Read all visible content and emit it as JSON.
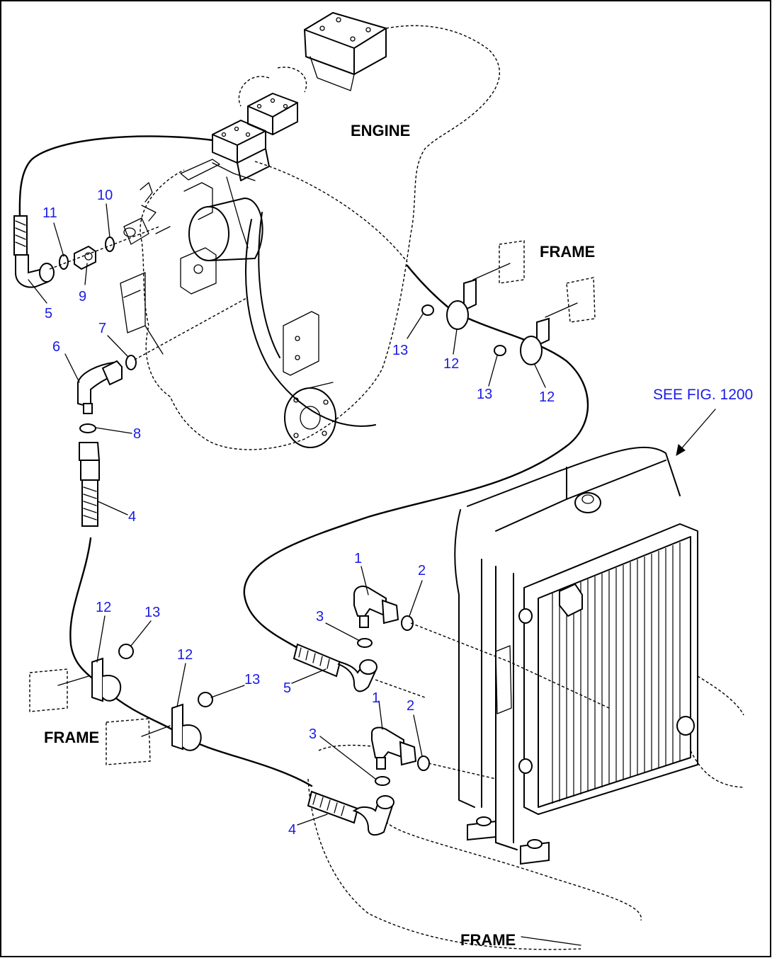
{
  "labels": {
    "engine": "ENGINE",
    "frame_top": "FRAME",
    "frame_left": "FRAME",
    "frame_bottom": "FRAME",
    "see_fig": "SEE FIG. 1200"
  },
  "parts": [
    {
      "id": "n11",
      "text": "11"
    },
    {
      "id": "n10",
      "text": "10"
    },
    {
      "id": "n9",
      "text": "9"
    },
    {
      "id": "n5a",
      "text": "5"
    },
    {
      "id": "n7",
      "text": "7"
    },
    {
      "id": "n6",
      "text": "6"
    },
    {
      "id": "n8",
      "text": "8"
    },
    {
      "id": "n4a",
      "text": "4"
    },
    {
      "id": "n13a",
      "text": "13"
    },
    {
      "id": "n12a",
      "text": "12"
    },
    {
      "id": "n13b",
      "text": "13"
    },
    {
      "id": "n12b",
      "text": "12"
    },
    {
      "id": "n1a",
      "text": "1"
    },
    {
      "id": "n2a",
      "text": "2"
    },
    {
      "id": "n3a",
      "text": "3"
    },
    {
      "id": "n5b",
      "text": "5"
    },
    {
      "id": "n12c",
      "text": "12"
    },
    {
      "id": "n13c",
      "text": "13"
    },
    {
      "id": "n12d",
      "text": "12"
    },
    {
      "id": "n13d",
      "text": "13"
    },
    {
      "id": "n1b",
      "text": "1"
    },
    {
      "id": "n2b",
      "text": "2"
    },
    {
      "id": "n3b",
      "text": "3"
    },
    {
      "id": "n4b",
      "text": "4"
    }
  ]
}
